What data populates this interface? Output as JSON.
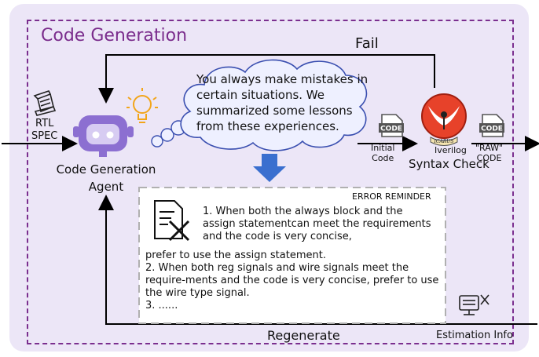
{
  "title": "Code Generation",
  "fail_label": "Fail",
  "rtl_spec": "RTL\nSPEC",
  "agent_label": "Code Generation\nAgent",
  "cloud_text": "You always make mistakes in certain situations. We summarized some lessons from these experiences.",
  "code_badge": "CODE",
  "initial_code": "Initial\nCode",
  "iverilog_label": "Iverilog",
  "icarus_label": "ICARUS",
  "raw_code": "\"RAW\"\nCODE",
  "syntax_check": "Syntax Check",
  "reminder": {
    "title": "ERROR REMINDER",
    "rule1": "1. When both the always block and the assign statementcan meet the requirements and the code is very concise,",
    "rule1_end": "prefer to use the assign statement.",
    "rule2": "2. When both reg signals and wire signals meet the require-ments and the code is very concise, prefer to use the wire type signal.",
    "rule3": "3. ......"
  },
  "regenerate_label": "Regenerate",
  "estimation_label": "Estimation Info",
  "colors": {
    "accent": "#7a2c8c",
    "robot": "#8c6fd1",
    "arrow_blue": "#3a6fcf",
    "bulb": "#f2a51a",
    "code_badge": "#555555"
  },
  "icons": [
    "scroll-icon",
    "robot-icon",
    "lightbulb-icon",
    "document-tools-icon",
    "monitor-icon",
    "icarus-logo-icon"
  ]
}
